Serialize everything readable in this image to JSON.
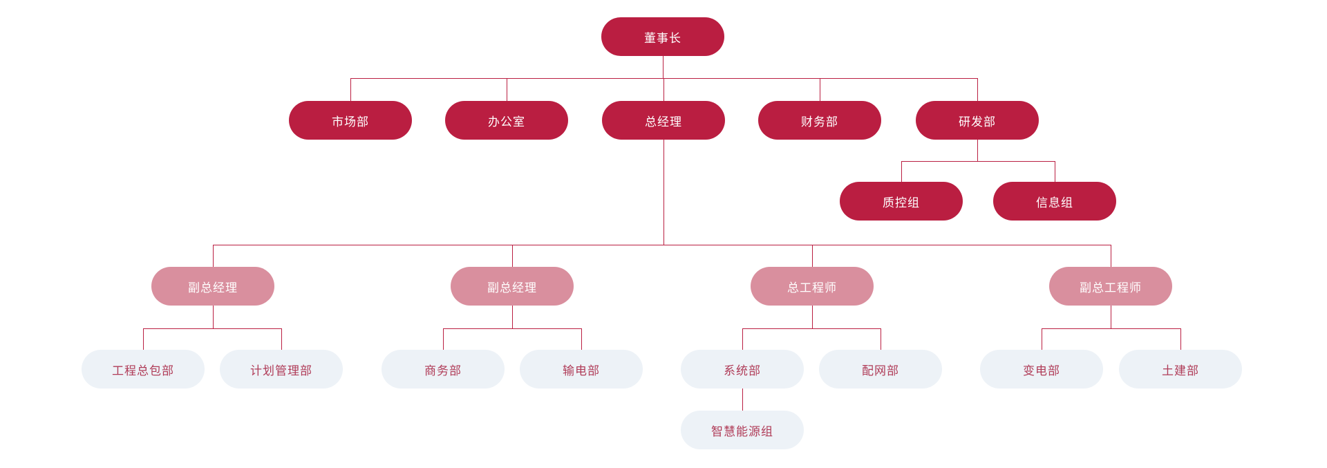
{
  "org": {
    "colors": {
      "canvas_bg": "#ffffff",
      "dark_fill": "#ba1e41",
      "dark_text": "#ffffff",
      "pink_fill": "#d98f9e",
      "pink_text": "#ffffff",
      "light_fill": "#edf2f7",
      "light_text": "#b03c58",
      "line_color": "#ba1e41"
    },
    "nodes": {
      "chairman": "董事长",
      "marketing_dept": "市场部",
      "office": "办公室",
      "general_manager": "总经理",
      "finance_dept": "财务部",
      "rnd_dept": "研发部",
      "quality_control_group": "质控组",
      "information_group": "信息组",
      "deputy_gm_1": "副总经理",
      "deputy_gm_2": "副总经理",
      "chief_engineer": "总工程师",
      "deputy_chief_engineer": "副总工程师",
      "engineering_contracting_dept": "工程总包部",
      "planning_management_dept": "计划管理部",
      "commerce_dept": "商务部",
      "power_transmission_dept": "输电部",
      "systems_dept": "系统部",
      "distribution_network_dept": "配网部",
      "substation_dept": "变电部",
      "civil_engineering_dept": "土建部",
      "smart_energy_group": "智慧能源组"
    }
  }
}
